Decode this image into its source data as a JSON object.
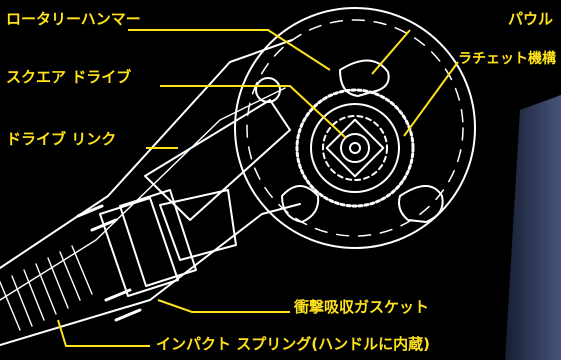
{
  "labels": {
    "rotary_hammer": "ロータリーハンマー",
    "pawl": "パウル",
    "square_drive": "スクエア ドライブ",
    "ratchet_mechanism": "ラチェット機構",
    "drive_link": "ドライブ リンク",
    "shock_gasket": "衝撃吸収ガスケット",
    "impact_spring": "インパクト スプリング(ハンドルに内蔵)"
  },
  "colors": {
    "background": "#000000",
    "line_art": "#ffffff",
    "label": "#ffe21a",
    "corner_shade": "#3b4a73"
  }
}
